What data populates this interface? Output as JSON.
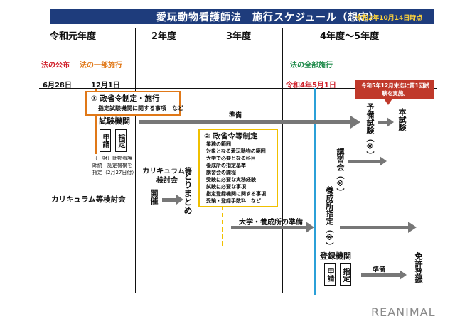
{
  "header": {
    "title": "愛玩動物看護師法　施行スケジュール（想定）",
    "date_note": "令和2年10月14日時点"
  },
  "years": [
    "令和元年度",
    "2年度",
    "3年度",
    "4年度〜5年度"
  ],
  "milestones": {
    "promulgation": "法の公布",
    "partial": "法の一部施行",
    "full": "法の全部施行",
    "date_promulgation": "6月28日",
    "date_partial": "12月1日",
    "date_full": "令和4年5月1日"
  },
  "ordinance1": {
    "title": "① 政省令制定・施行",
    "items": "指定試験機関に関する事項　など"
  },
  "exam_agency": {
    "label": "試験機関",
    "apply": "申請",
    "designate": "指定",
    "note": "（一財）動物看護師統一認定機構を指定（2月27日付）",
    "prep": "準備",
    "preliminary": "予備試験（※）",
    "main_exam": "本試験",
    "callout": "令和5年12月末迄に第1回試験を実施。"
  },
  "curriculum": {
    "committee": "カリキュラム等検討会",
    "committee2": "カリキュラム等検討会",
    "held": "開催",
    "summary": "とりまとめ"
  },
  "ordinance2": {
    "title": "② 政省令等制定",
    "items": [
      "業務の範囲",
      "対象となる愛玩動物の範囲",
      "大学で必要となる科目",
      "養成所の指定基準",
      "講習会の課程",
      "受験に必要な実務経験",
      "試験に必要な事項",
      "指定登録機関に関する事項",
      "受験・登録手数料　など"
    ]
  },
  "training": {
    "course": "講習会（※）",
    "school_prep": "大学・養成所の準備",
    "school_designation": "養成所指定（※）"
  },
  "registration": {
    "label": "登録機関",
    "apply": "申請",
    "designate": "指定",
    "prep": "準備",
    "result": "免許登録"
  },
  "watermark": "REANIMAL",
  "colors": {
    "header_bg": "#1e3c7c",
    "header_date": "#ffd43b",
    "promulgation": "#d0202a",
    "partial": "#e07818",
    "full": "#1e8a4a",
    "full_date": "#d0202a",
    "partial_line": "#e07818",
    "full_line": "#2ba0d8",
    "ordinance2_border": "#f0c000",
    "callout": "#c0392b",
    "arrow": "#777777"
  }
}
